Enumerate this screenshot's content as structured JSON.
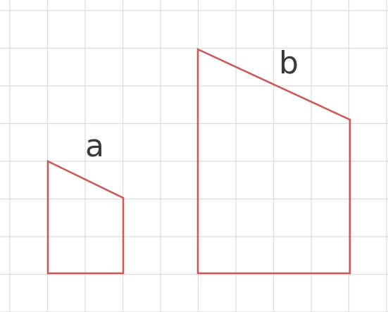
{
  "grid": {
    "line_color": "#dcdcdc",
    "background": "#ffffff"
  },
  "shapes": [
    {
      "id": "a",
      "label": "a",
      "stroke": "#c95a5a",
      "label_color": "#3a3a3a"
    },
    {
      "id": "b",
      "label": "b",
      "stroke": "#c95a5a",
      "label_color": "#3a3a3a"
    }
  ]
}
